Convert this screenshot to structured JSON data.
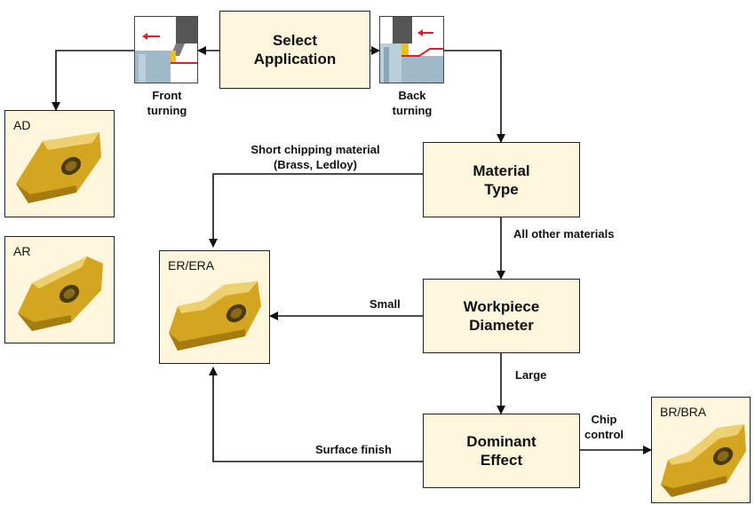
{
  "nodes": {
    "select_application": "Select\nApplication",
    "material_type": "Material\nType",
    "workpiece_diameter": "Workpiece\nDiameter",
    "dominant_effect": "Dominant\nEffect"
  },
  "inserts": {
    "ad": "AD",
    "ar": "AR",
    "er_era": "ER/ERA",
    "br_bra": "BR/BRA"
  },
  "edge_labels": {
    "front_turning": "Front\nturning",
    "back_turning": "Back\nturning",
    "short_chipping": "Short chipping material\n(Brass, Ledloy)",
    "all_other": "All other materials",
    "small": "Small",
    "large": "Large",
    "surface_finish": "Surface finish",
    "chip_control": "Chip\ncontrol"
  },
  "colors": {
    "box_fill": "#fdf6dc",
    "line": "#111111",
    "insert_gold": "#d4a521",
    "arrow_red": "#e02020"
  },
  "icons": {
    "front_turning": "front-turning-icon",
    "back_turning": "back-turning-icon"
  }
}
